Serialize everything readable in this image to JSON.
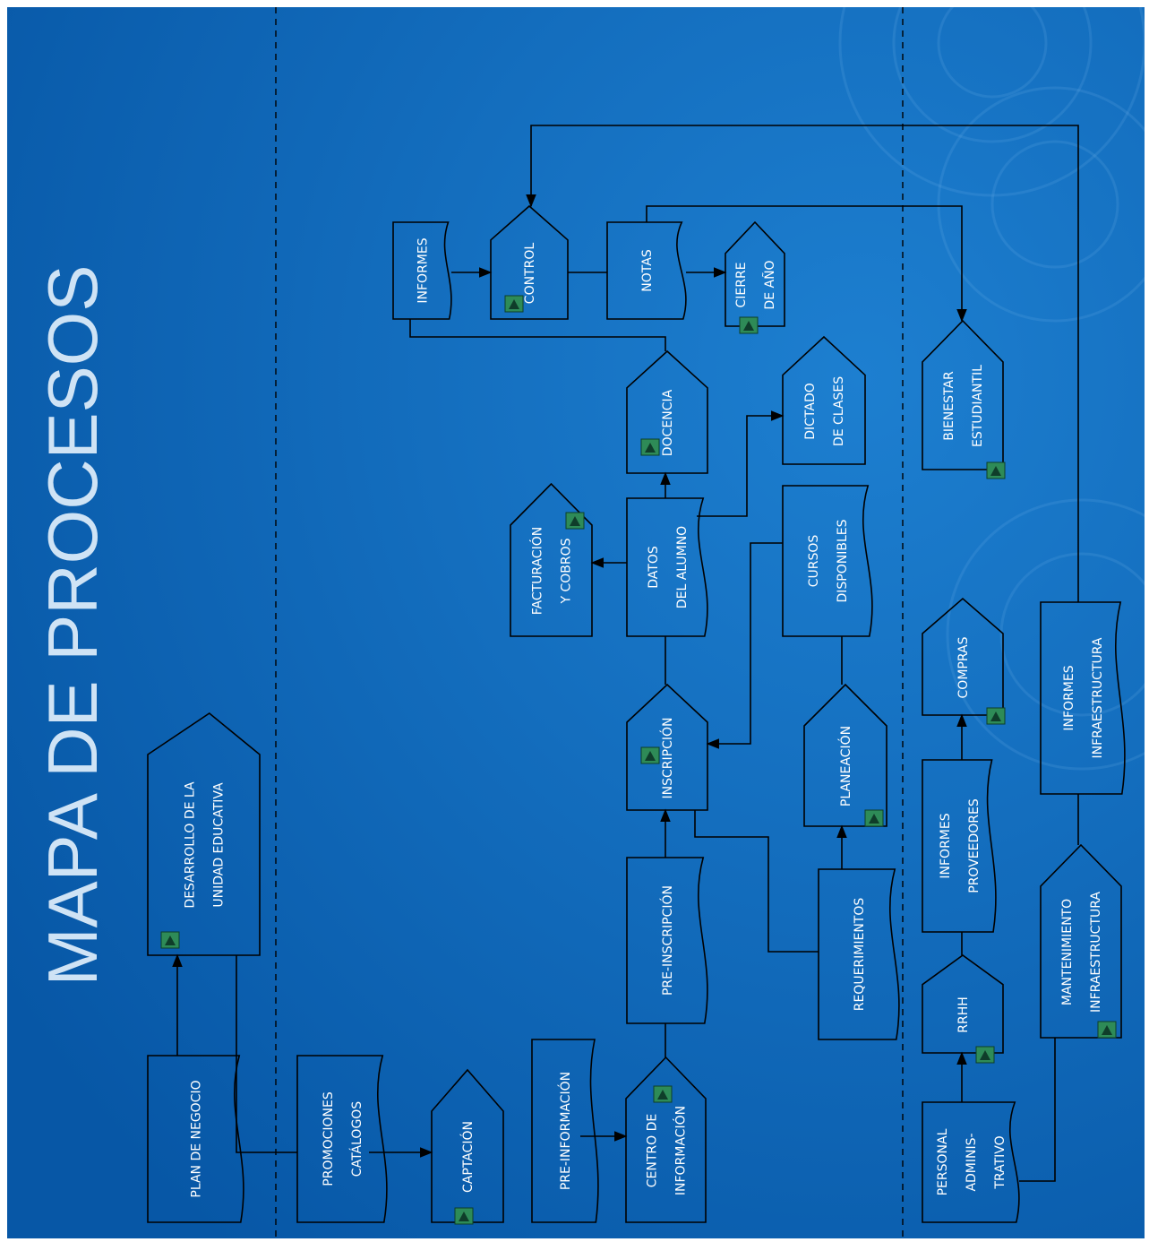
{
  "title": "MAPA DE PROCESOS",
  "colors": {
    "background": "#0a66b8",
    "line": "#000000",
    "text": "#ffffff",
    "title": "#cfe3f5",
    "marker": "#2e8b57"
  },
  "processes": {
    "plan_negocio": [
      "PLAN DE NEGOCIO"
    ],
    "desarrollo": [
      "DESARROLLO DE LA",
      "UNIDAD EDUCATIVA"
    ],
    "promociones": [
      "PROMOCIONES",
      "CATÁLOGOS"
    ],
    "captacion": [
      "CAPTACIÓN"
    ],
    "pre_informacion": [
      "PRE-INFORMACIÓN"
    ],
    "centro_info": [
      "CENTRO DE",
      "INFORMACIÓN"
    ],
    "pre_inscripcion": [
      "PRE-INSCRIPCIÓN"
    ],
    "inscripcion": [
      "INSCRIPCIÓN"
    ],
    "datos_alumno": [
      "DATOS",
      "DEL ALUMNO"
    ],
    "docencia": [
      "DOCENCIA"
    ],
    "facturacion": [
      "FACTURACIÓN",
      "Y COBROS"
    ],
    "informes": [
      "INFORMES"
    ],
    "control": [
      "CONTROL"
    ],
    "notas": [
      "NOTAS"
    ],
    "cierre": [
      "CIERRE",
      "DE AÑO"
    ],
    "requerimientos": [
      "REQUERIMIENTOS"
    ],
    "planeacion": [
      "PLANEACIÓN"
    ],
    "cursos": [
      "CURSOS",
      "DISPONIBLES"
    ],
    "dictado": [
      "DICTADO",
      "DE CLASES"
    ],
    "personal": [
      "PERSONAL",
      "ADMINIS-",
      "TRATIVO"
    ],
    "rrhh": [
      "RRHH"
    ],
    "informes_prov": [
      "INFORMES",
      "PROVEEDORES"
    ],
    "compras": [
      "COMPRAS"
    ],
    "bienestar": [
      "BIENESTAR",
      "ESTUDIANTIL"
    ],
    "mantenimiento": [
      "MANTENIMIENTO",
      "INFRAESTRUCTURA"
    ],
    "informes_infra": [
      "INFORMES",
      "INFRAESTRUCTURA"
    ]
  }
}
